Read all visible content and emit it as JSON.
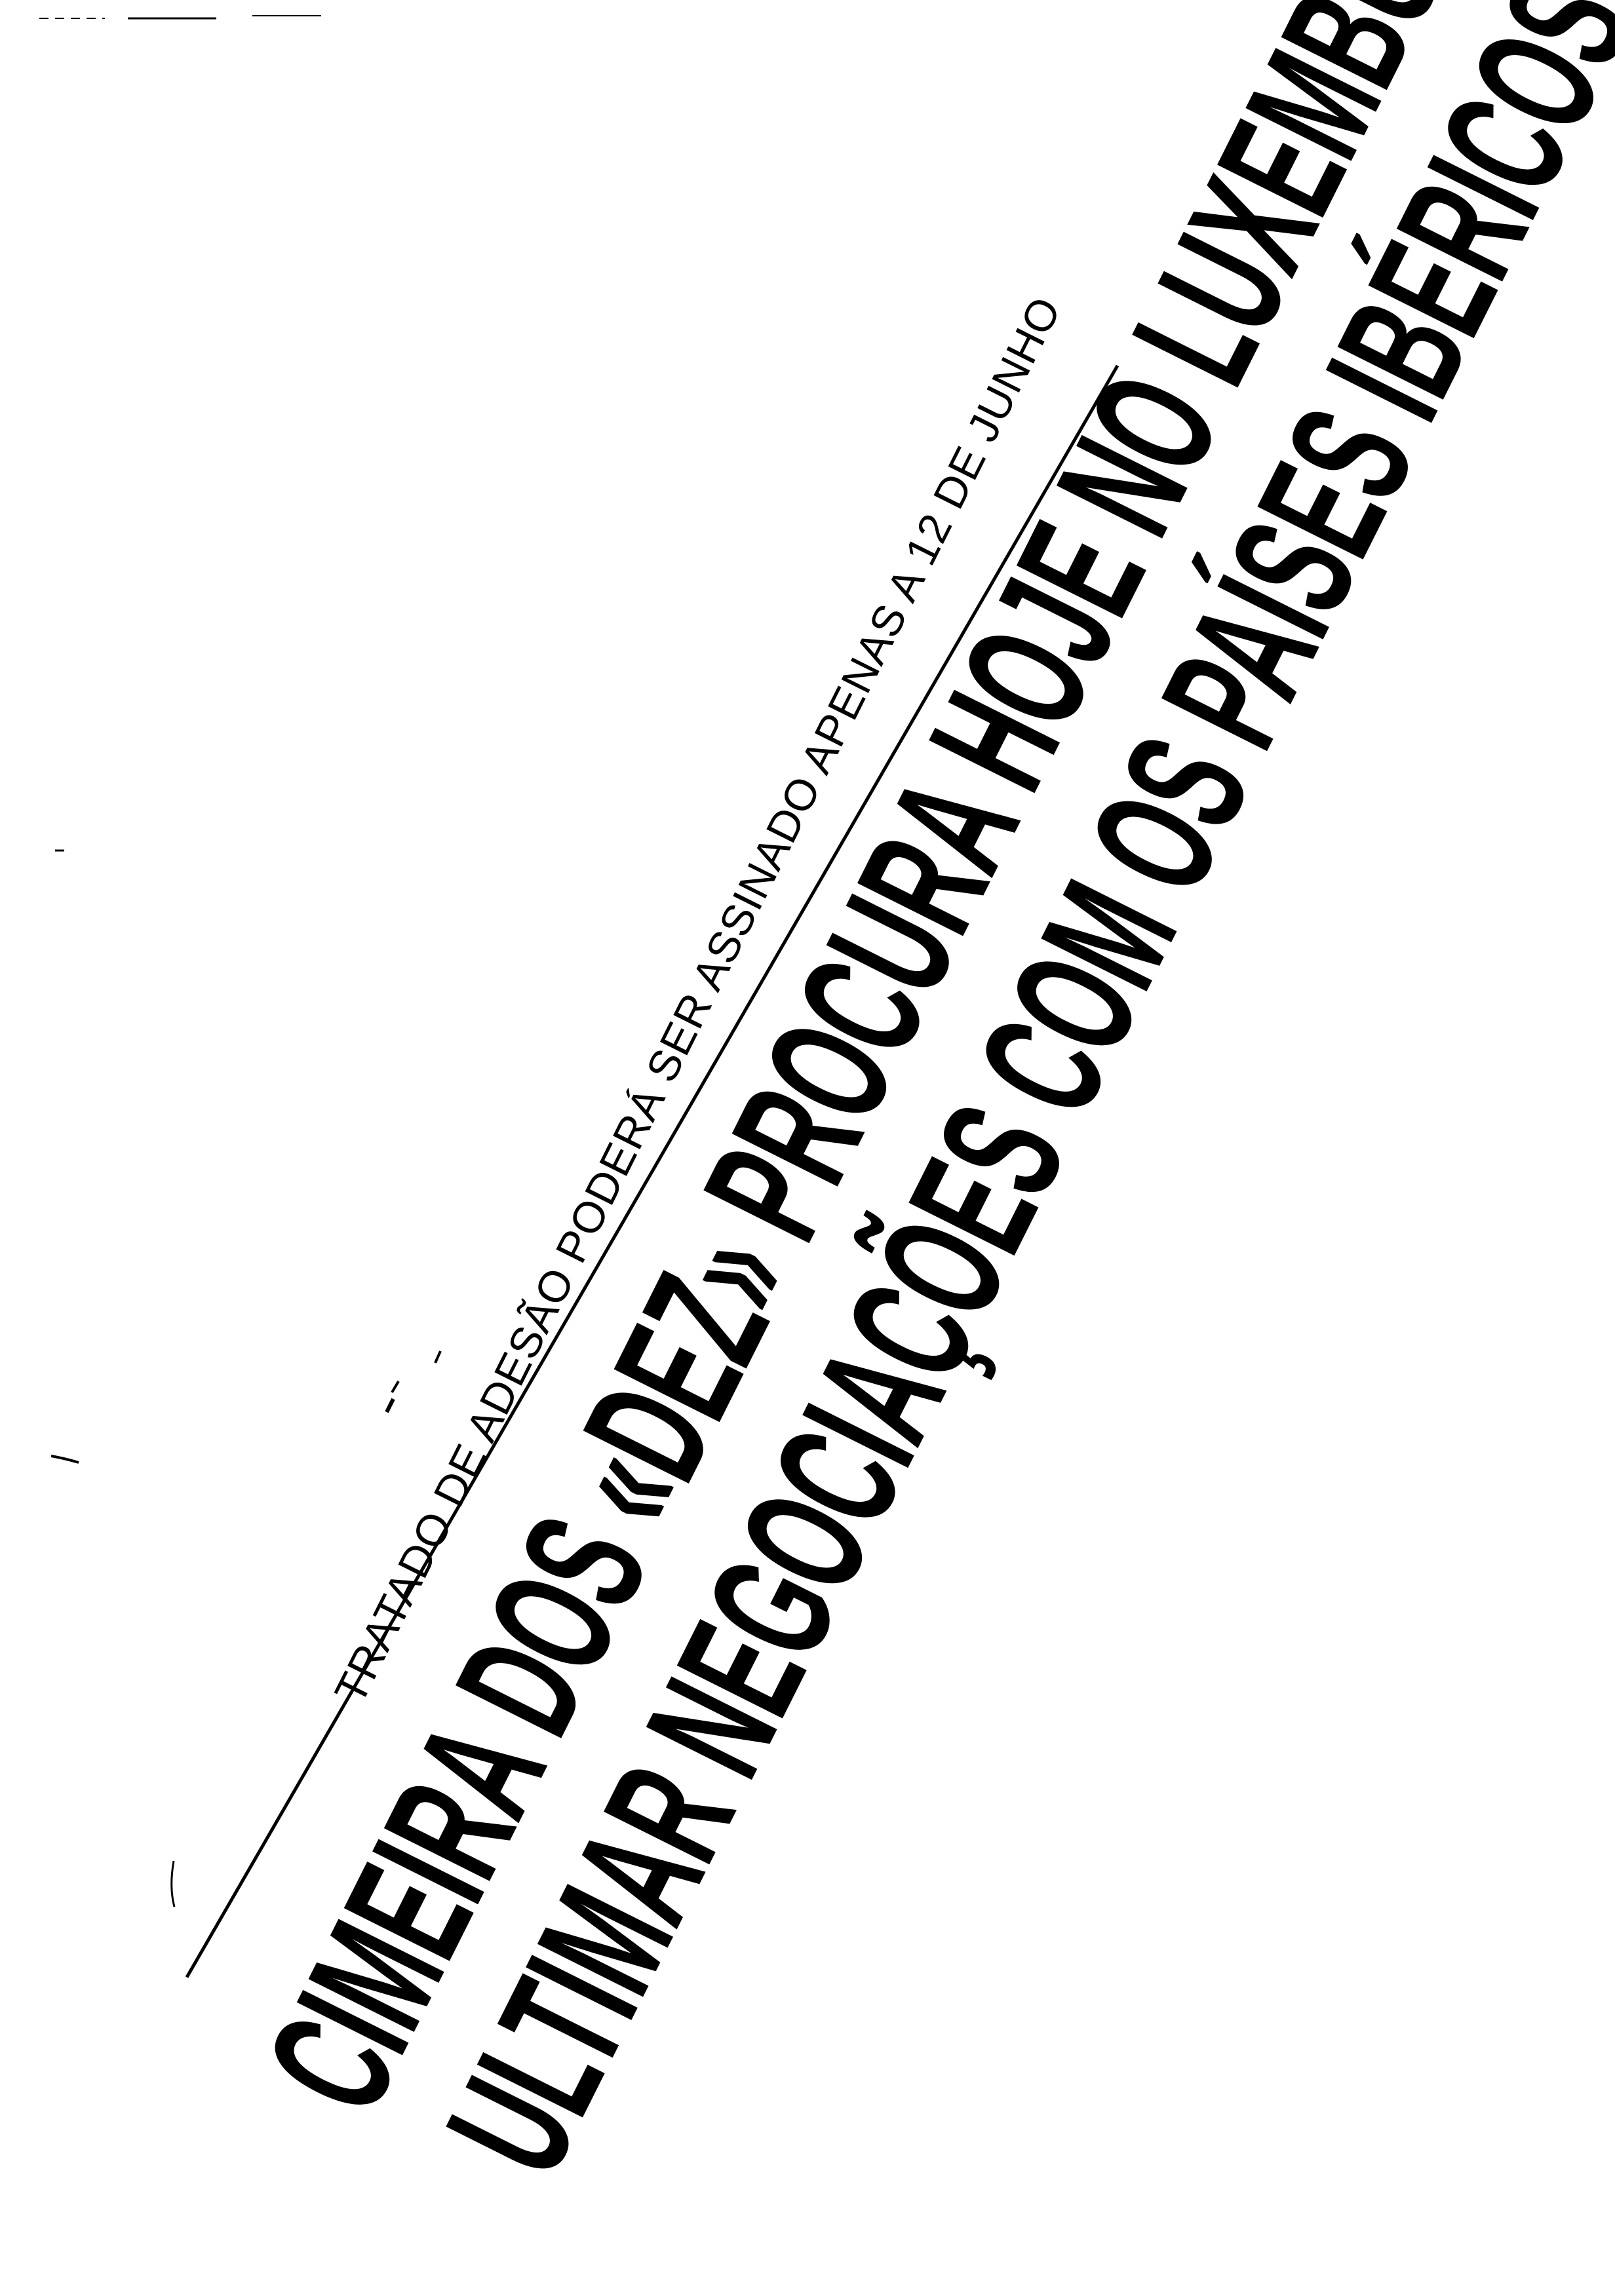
{
  "clipping": {
    "kicker": "TRATADO DE ADESÃO PODERÁ SER ASSINADO APENAS A 12 DE JUNHO",
    "headline_line_1": "CIMEIRA DOS «DEZ» PROCURA HOJE NO LUXEMBURGO",
    "headline_line_2": "ULTIMAR NEGOCIAÇÕES COM OS PAÍSES IBÉRICOS"
  },
  "colors": {
    "ink": "#000000",
    "paper": "#ffffff"
  }
}
